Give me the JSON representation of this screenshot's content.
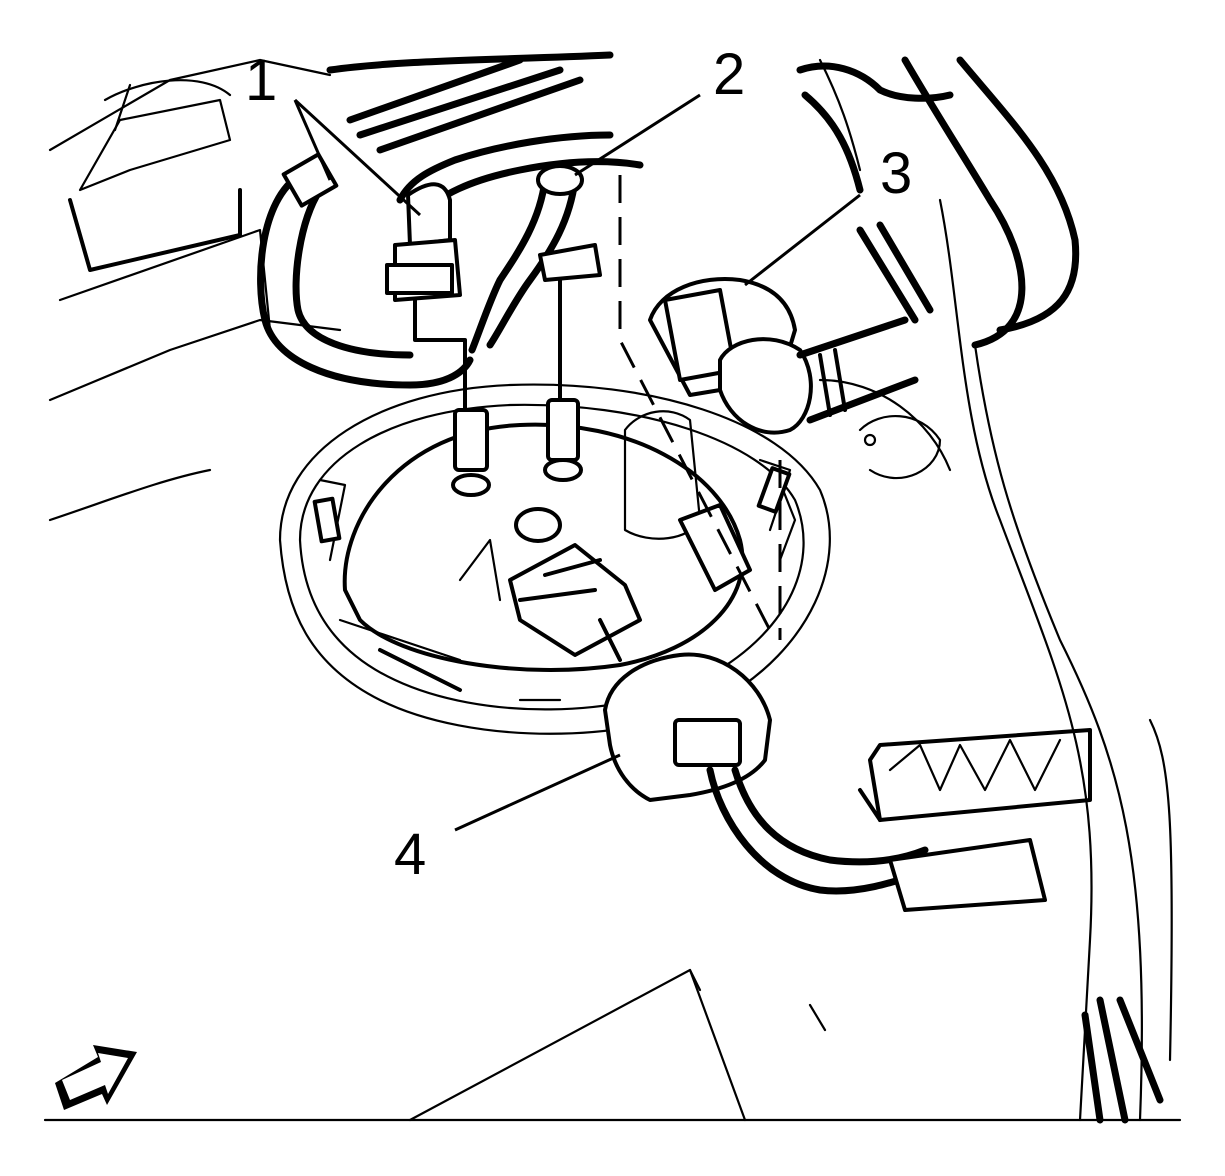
{
  "callouts": {
    "c1": "1",
    "c2": "2",
    "c3": "3",
    "c4": "4"
  },
  "icons": {
    "orientation": "forward-arrow-icon"
  },
  "colors": {
    "line": "#000000",
    "background": "#ffffff"
  }
}
